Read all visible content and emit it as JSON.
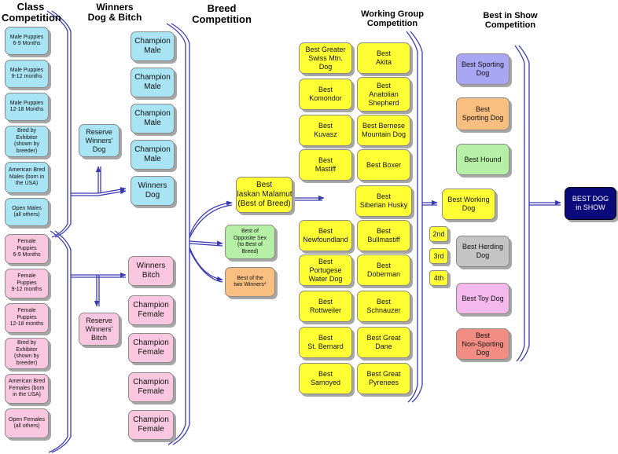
{
  "headers": {
    "class_competition": [
      "Class",
      "Competition"
    ],
    "winners": [
      "Winners",
      "Dog & Bitch"
    ],
    "breed": [
      "Breed",
      "Competition"
    ],
    "working_group": [
      "Working Group",
      "Competition"
    ],
    "best_in_show": [
      "Best in Show",
      "Competition"
    ]
  },
  "class_male": [
    [
      "Male Puppies",
      "6-9 Months"
    ],
    [
      "Male Puppies",
      "9-12 months"
    ],
    [
      "Male Puppies",
      "12-18 Months"
    ],
    [
      "Bred by",
      "Exhibitor",
      "(shown by",
      "breeder)"
    ],
    [
      "American Bred",
      "Males (born in",
      "the USA)"
    ],
    [
      "Open Males",
      "(all others)"
    ]
  ],
  "class_female": [
    [
      "Female",
      "Puppies",
      "6-9 Months"
    ],
    [
      "Female",
      "Puppies",
      "9-12 months"
    ],
    [
      "Female",
      "Puppies",
      "12-18 months"
    ],
    [
      "Bred by",
      "Exhibitor",
      "(shown by",
      "breeder)"
    ],
    [
      "American Bred",
      "Females (born",
      "in the USA)"
    ],
    [
      "Open Females",
      "(all others)"
    ]
  ],
  "reserve_winners_dog": [
    "Reserve",
    "Winners'",
    "Dog"
  ],
  "reserve_winners_bitch": [
    "Reserve",
    "Winners'",
    "Bitch"
  ],
  "champion_male": [
    [
      "Champion",
      "Male"
    ],
    [
      "Champion",
      "Male"
    ],
    [
      "Champion",
      "Male"
    ],
    [
      "Champion",
      "Male"
    ]
  ],
  "winners_dog": [
    "Winners",
    "Dog"
  ],
  "winners_bitch": [
    "Winners",
    "Bitch"
  ],
  "champion_female": [
    [
      "Champion",
      "Female"
    ],
    [
      "Champion",
      "Female"
    ],
    [
      "Champion",
      "Female"
    ],
    [
      "Champion",
      "Female"
    ]
  ],
  "best_of_breed": [
    "Best",
    "Alaskan Malamute",
    "(Best of Breed)"
  ],
  "best_opposite_sex": [
    "Best of",
    "Opposite Sex",
    "(to Best of",
    "Breed)"
  ],
  "best_two_winners": [
    "Best of the",
    "two Winners*"
  ],
  "working_left": [
    [
      "Best Greater",
      "Swiss Mtn.",
      "Dog"
    ],
    [
      "Best",
      "Komondor"
    ],
    [
      "Best",
      "Kuvasz"
    ],
    [
      "Best",
      "Mastiff"
    ],
    [
      "Best",
      "Newfoundland"
    ],
    [
      "Best",
      "Portugese",
      "Water Dog"
    ],
    [
      "Best",
      "Rottweiler"
    ],
    [
      "Best",
      "St. Bernard"
    ],
    [
      "Best",
      "Samoyed"
    ]
  ],
  "working_right": [
    [
      "Best",
      "Akita"
    ],
    [
      "Best",
      "Anatolian",
      "Shepherd"
    ],
    [
      "Best Bernese",
      "Mountain Dog"
    ],
    [
      "Best Boxer"
    ],
    [
      "Best",
      "Siberian Husky"
    ],
    [
      "Best",
      "Bullmastiff"
    ],
    [
      "Best",
      "Doberman"
    ],
    [
      "Best",
      "Schnauzer"
    ],
    [
      "Best Great",
      "Dane"
    ],
    [
      "Best Great",
      "Pyrenees"
    ]
  ],
  "placements": [
    "2nd",
    "3rd",
    "4th"
  ],
  "best_working_dog": [
    "Best Working",
    "Dog"
  ],
  "group_winners": [
    [
      "Best Sporting",
      "Dog"
    ],
    [
      "Best",
      "Sporting Dog"
    ],
    [
      "Best Hound"
    ],
    [
      "Best Herding",
      "Dog"
    ],
    [
      "Best Toy Dog"
    ],
    [
      "Best",
      "Non-Sporting",
      "Dog"
    ]
  ],
  "best_in_show": [
    "BEST DOG",
    "in SHOW"
  ],
  "colors": {
    "cyan": "#a9e4f4",
    "pink": "#f9c8e0",
    "yellow": "#ffff33",
    "green": "#b6f0a6",
    "orange": "#f8bf80",
    "sporting": "#a9a6f3",
    "gray": "#c4c4c4",
    "toy": "#f4b8ec",
    "red": "#f28d84",
    "navy": "#0a0a7a",
    "connector": "#3a3ab4"
  }
}
